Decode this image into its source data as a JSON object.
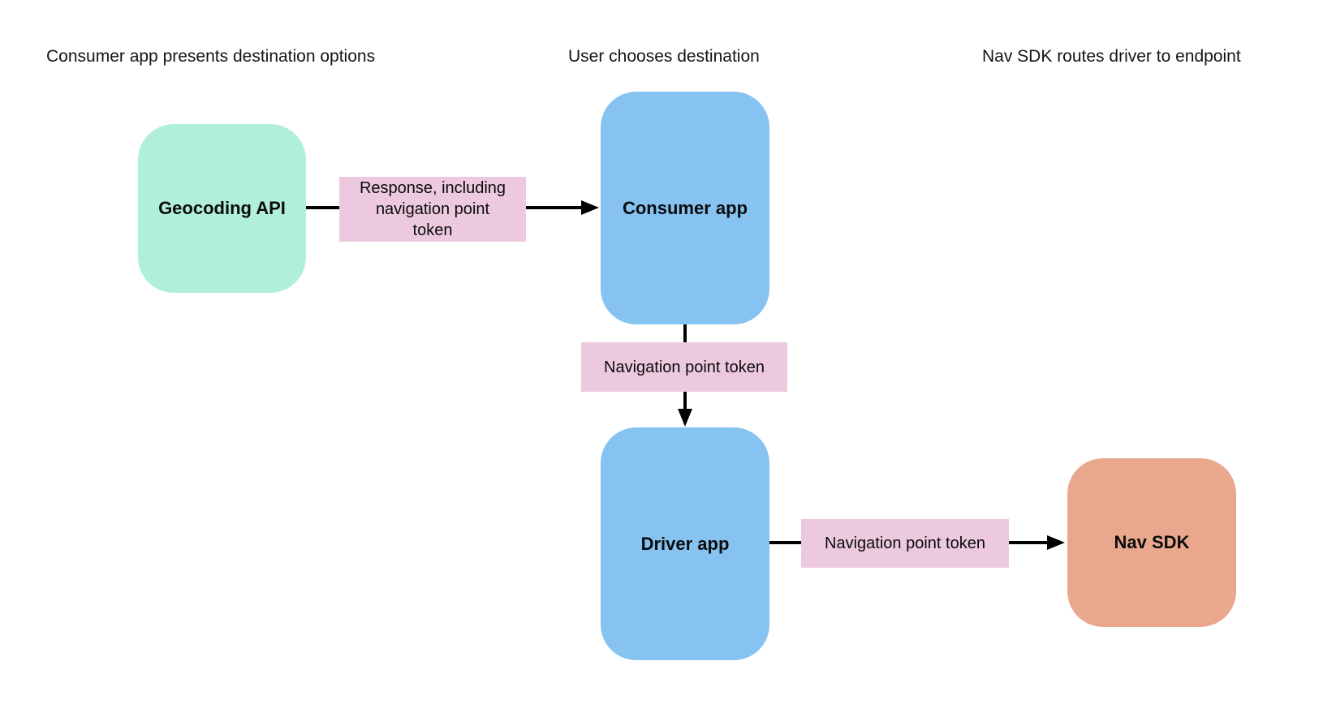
{
  "diagram": {
    "background_color": "#ffffff",
    "text_color": "#0b0b0b",
    "headers": [
      {
        "label": "Consumer app presents destination options"
      },
      {
        "label": "User chooses destination"
      },
      {
        "label": "Nav SDK routes driver to endpoint"
      }
    ],
    "nodes": [
      {
        "id": "geocoding-api",
        "label": "Geocoding API",
        "color": "#b0f0d9"
      },
      {
        "id": "consumer-app",
        "label": "Consumer app",
        "color": "#86c3f1"
      },
      {
        "id": "driver-app",
        "label": "Driver app",
        "color": "#86c3f1"
      },
      {
        "id": "nav-sdk",
        "label": "Nav SDK",
        "color": "#e9a88e"
      }
    ],
    "edges": [
      {
        "from": "geocoding-api",
        "to": "consumer-app",
        "label": "Response, including\nnavigation point\ntoken",
        "label_color": "#ecc9de",
        "direction": "right"
      },
      {
        "from": "consumer-app",
        "to": "driver-app",
        "label": "Navigation point token",
        "label_color": "#ecc9de",
        "direction": "down"
      },
      {
        "from": "driver-app",
        "to": "nav-sdk",
        "label": "Navigation point token",
        "label_color": "#ecc9de",
        "direction": "right"
      }
    ]
  }
}
